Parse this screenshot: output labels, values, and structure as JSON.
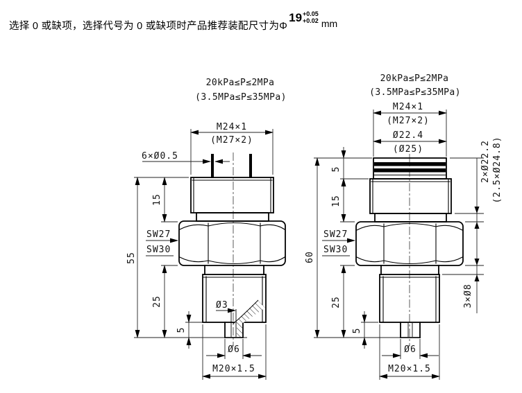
{
  "title": {
    "prefix": "选择 0 或缺项，选择代号为 0 或缺项时产品推荐装配尺寸为Φ",
    "nominal": "19",
    "tol_upper": "+0.05",
    "tol_lower": "+0.02",
    "suffix": "mm"
  },
  "left_view": {
    "pressure_range": "20kPa≤P≤2MPa",
    "pressure_range_alt": "(3.5MPa≤P≤35MPa)",
    "top_thread": "M24×1",
    "top_thread_alt": "(M27×2)",
    "pins_label": "6×Ø0.5",
    "dim_15": "15",
    "wrench_1": "SW27",
    "wrench_2": "SW30",
    "dim_55": "55",
    "dim_25": "25",
    "hole_small": "Ø3",
    "dim_5": "5",
    "hole_port": "Ø6",
    "bottom_thread": "M20×1.5"
  },
  "right_view": {
    "pressure_range": "20kPa≤P≤2MPa",
    "pressure_range_alt": "(3.5MPa≤P≤35MPa)",
    "top_thread": "M24×1",
    "top_thread_alt": "(M27×2)",
    "top_diameter": "Ø22.4",
    "top_diameter_alt": "(Ø25)",
    "dim_5_top": "5",
    "dim_15": "15",
    "wrench_1": "SW27",
    "wrench_2": "SW30",
    "dim_60": "60",
    "dim_25": "25",
    "dim_5_bottom": "5",
    "hole_port": "Ø6",
    "bottom_thread": "M20×1.5",
    "oring_groove": "2×Ø22.2",
    "oring_groove_alt": "(2.5×Ø24.8)",
    "relief": "3×Ø8"
  },
  "colors": {
    "line": "#000000",
    "background": "#ffffff"
  }
}
